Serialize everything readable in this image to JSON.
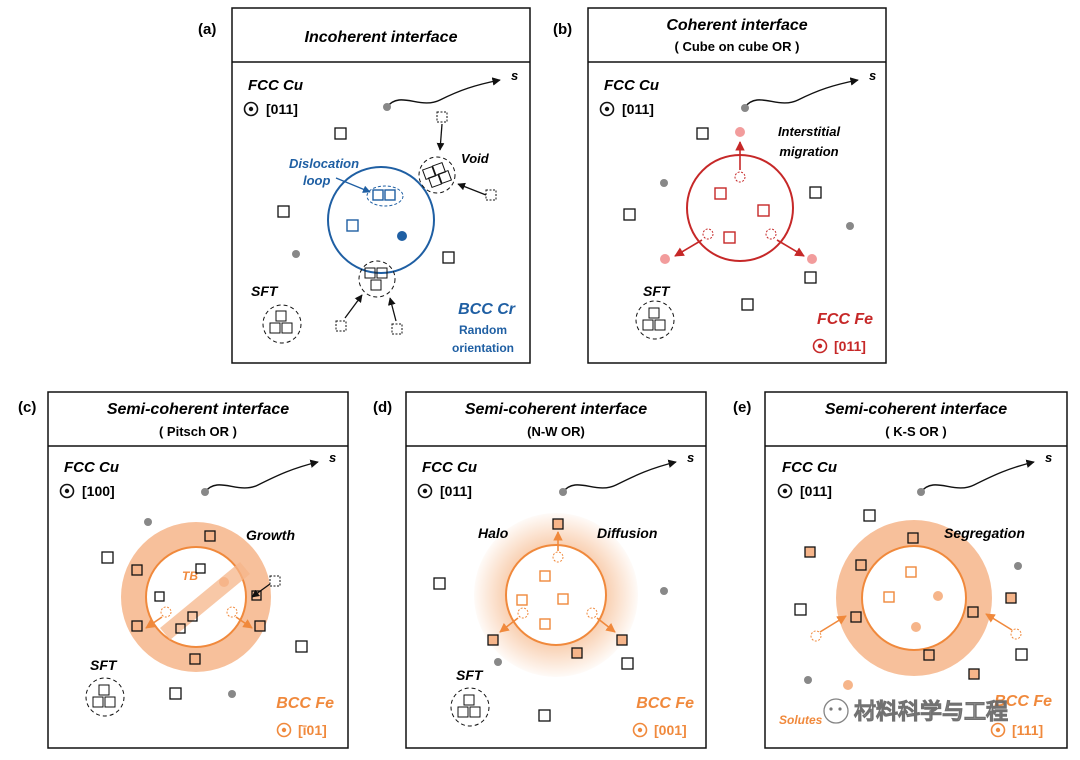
{
  "panels": [
    {
      "letter": "(a)",
      "title": "Incoherent interface",
      "subtitle": "",
      "matrix": "FCC Cu",
      "matrix_zone": "[011]",
      "particle": "BCC Cr",
      "particle_note1": "Random",
      "particle_note2": "orientation",
      "particle_zone": "",
      "arrow_label": "s",
      "sft": "SFT",
      "labels": [
        "Dislocation",
        "loop",
        "Void"
      ]
    },
    {
      "letter": "(b)",
      "title": "Coherent interface",
      "subtitle": "( Cube on cube OR )",
      "matrix": "FCC Cu",
      "matrix_zone": "[011]",
      "particle": "FCC Fe",
      "particle_zone": "[011]",
      "arrow_label": "s",
      "sft": "SFT",
      "labels": [
        "Interstitial",
        "migration"
      ]
    },
    {
      "letter": "(c)",
      "title": "Semi-coherent interface",
      "subtitle": "( Pitsch OR )",
      "matrix": "FCC Cu",
      "matrix_zone": "[100]",
      "particle": "BCC Fe",
      "particle_zone": "[ī01]",
      "arrow_label": "s",
      "sft": "SFT",
      "labels": [
        "Growth",
        "TB"
      ]
    },
    {
      "letter": "(d)",
      "title": "Semi-coherent interface",
      "subtitle": "(N-W OR)",
      "matrix": "FCC Cu",
      "matrix_zone": "[011]",
      "particle": "BCC Fe",
      "particle_zone": "[001]",
      "arrow_label": "s",
      "sft": "SFT",
      "labels": [
        "Halo",
        "Diffusion"
      ]
    },
    {
      "letter": "(e)",
      "title": "Semi-coherent interface",
      "subtitle": "( K-S OR )",
      "matrix": "FCC Cu",
      "matrix_zone": "[011]",
      "particle": "BCC Fe",
      "particle_zone": "[111]",
      "arrow_label": "s",
      "sft": "",
      "labels": [
        "Segregation",
        "Solutes"
      ]
    }
  ],
  "watermark": "材料科学与工程",
  "colors": {
    "cr": "#1f5fa3",
    "fe_fcc": "#c62828",
    "fe_bcc": "#f0893c",
    "halo": "#f4a870",
    "gray": "#888888",
    "ink": "#111111"
  }
}
